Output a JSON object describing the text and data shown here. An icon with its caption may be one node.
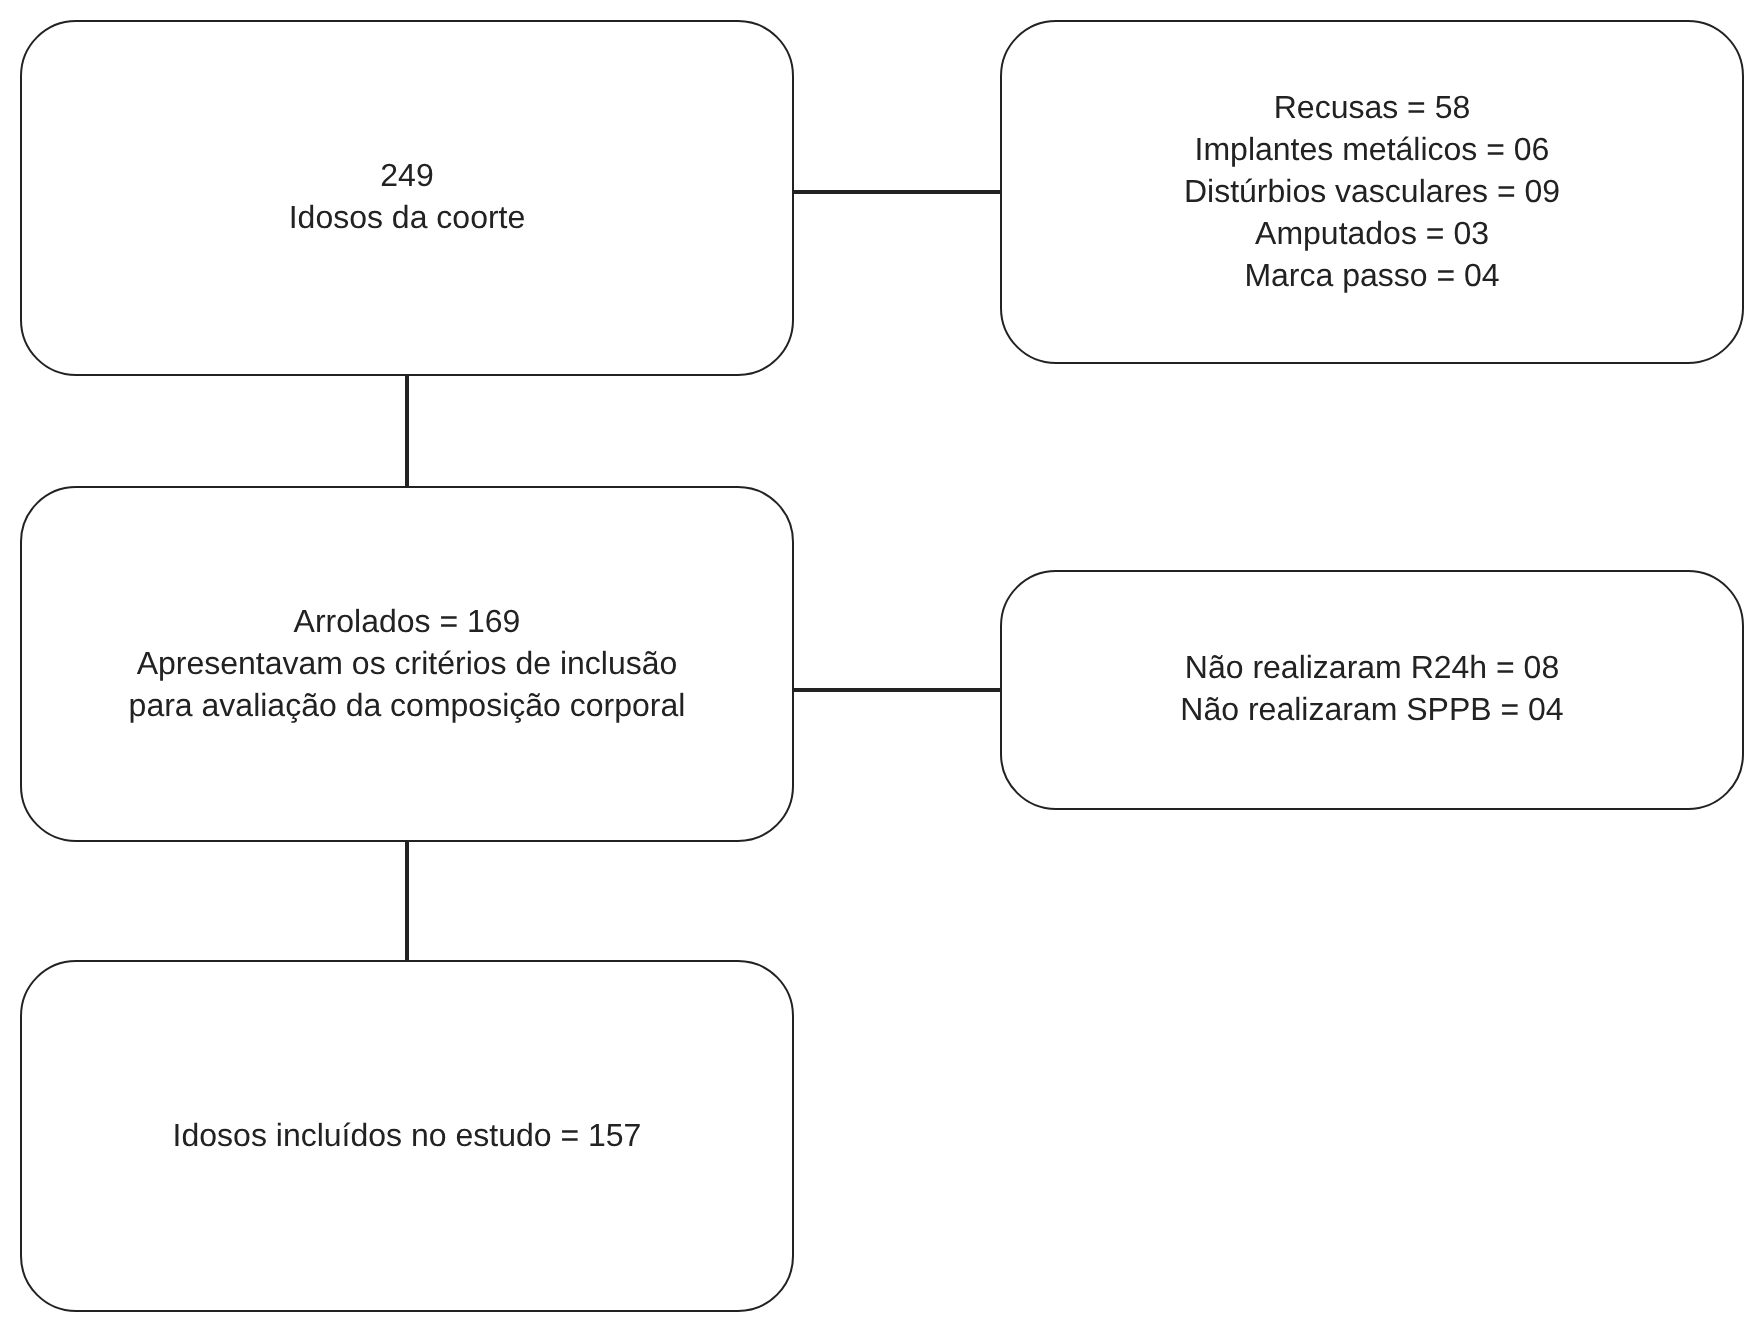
{
  "diagram": {
    "nodes": [
      {
        "text": [
          "249",
          "Idosos da coorte"
        ]
      },
      {
        "text": [
          "Recusas = 58",
          "Implantes metálicos = 06",
          "Distúrbios vasculares = 09",
          "Amputados = 03",
          "Marca passo = 04"
        ]
      },
      {
        "text": [
          "Arrolados = 169",
          "Apresentavam os critérios de inclusão para avaliação da composição corporal"
        ]
      },
      {
        "text": [
          "Não realizaram R24h = 08",
          "Não realizaram SPPB = 04"
        ]
      },
      {
        "text": [
          "Idosos incluídos no estudo = 157"
        ]
      }
    ],
    "edges": [
      {
        "from": 0,
        "to": 1,
        "arrow": "none"
      },
      {
        "from": 0,
        "to": 2,
        "arrow": "none"
      },
      {
        "from": 2,
        "to": 3,
        "arrow": "none"
      },
      {
        "from": 2,
        "to": 4,
        "arrow": "none"
      }
    ]
  }
}
